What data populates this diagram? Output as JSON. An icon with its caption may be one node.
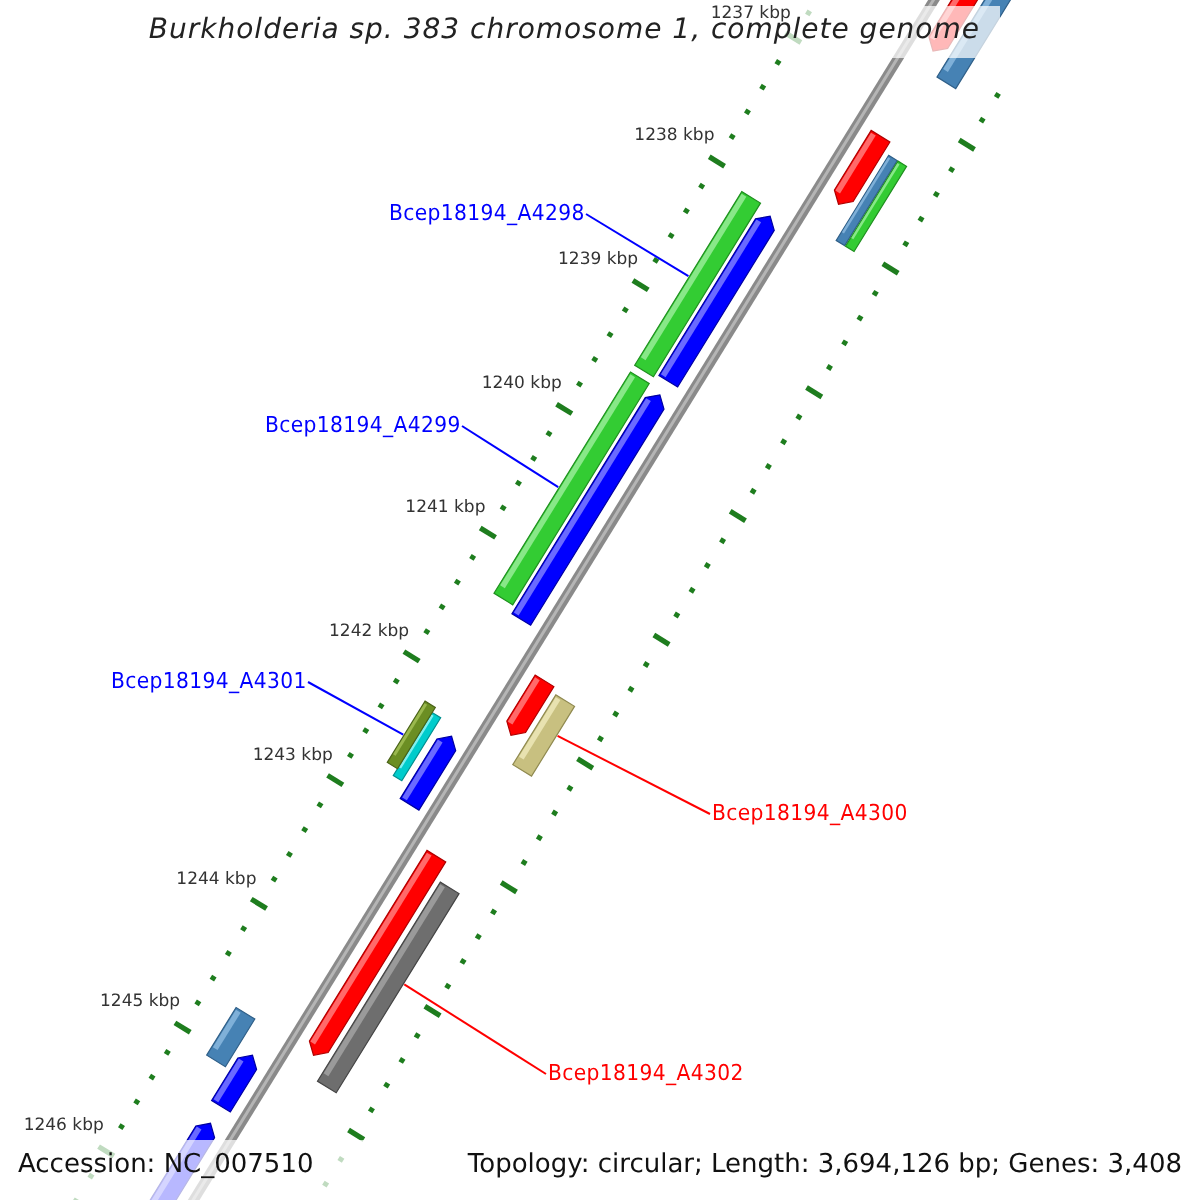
{
  "diagram": {
    "title": "Burkholderia sp. 383 chromosome 1, complete genome",
    "nodes": [
      {
        "text": [
          "Bcep18194_A4298"
        ]
      },
      {
        "text": [],
        "shape": "bar"
      },
      {
        "text": [
          "Bcep18194_A4299"
        ]
      },
      {
        "text": [],
        "shape": "bar"
      },
      {
        "text": [
          "Bcep18194_A4301"
        ]
      },
      {
        "text": [],
        "shape": "bar"
      },
      {
        "text": [
          "Bcep18194_A4300"
        ]
      },
      {
        "text": [],
        "shape": "bar"
      },
      {
        "text": [
          "Bcep18194_A4302"
        ]
      },
      {
        "text": [],
        "shape": "bar"
      }
    ],
    "edges": [
      {
        "from": 0,
        "to": 1,
        "arrow": "none"
      },
      {
        "from": 2,
        "to": 3,
        "arrow": "none"
      },
      {
        "from": 4,
        "to": 5,
        "arrow": "none"
      },
      {
        "from": 6,
        "to": 7,
        "arrow": "none",
        "color": "#ff0000"
      },
      {
        "from": 8,
        "to": 9,
        "arrow": "none",
        "color": "#ff0000"
      }
    ],
    "labels": [
      "1237 kbp",
      "1238 kbp",
      "1239 kbp",
      "1240 kbp",
      "1241 kbp",
      "1242 kbp",
      "1243 kbp",
      "1244 kbp",
      "1245 kbp",
      "1246 kbp",
      "Accession: NC_007510",
      "Topology: circular; Length: 3,694,126 bp; Genes: 3,408"
    ]
  }
}
